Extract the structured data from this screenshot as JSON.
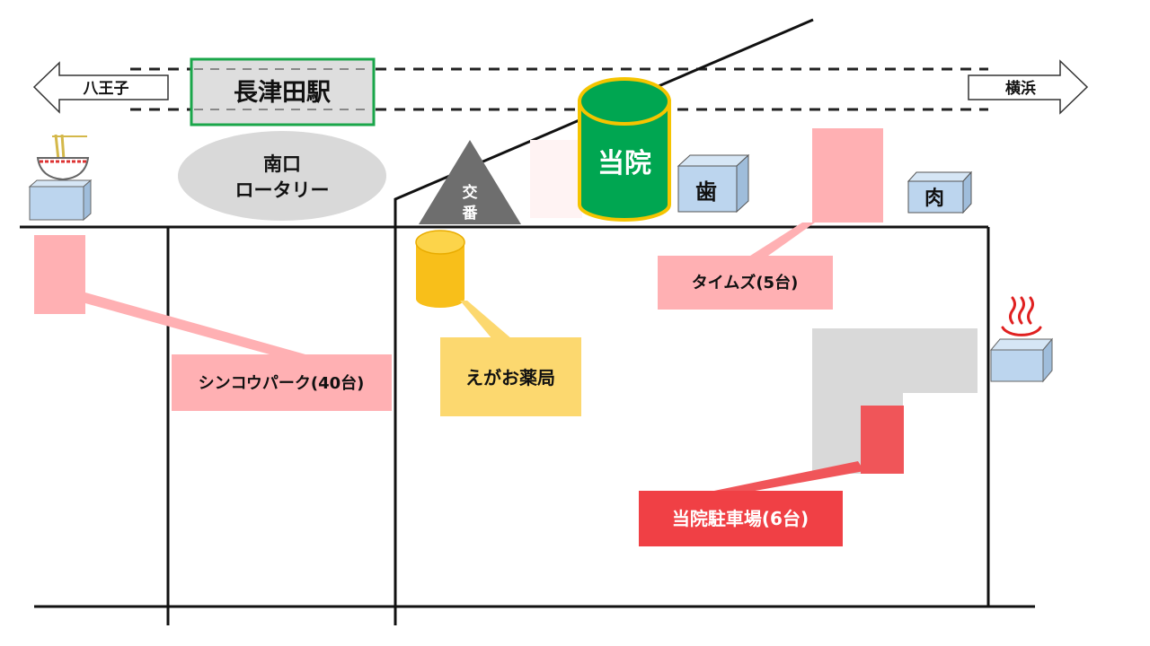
{
  "map": {
    "station": "長津田駅",
    "direction_left": "八王子",
    "direction_right": "横浜",
    "rotary_line1": "南口",
    "rotary_line2": "ロータリー",
    "koban_char1": "交",
    "koban_char2": "番",
    "clinic": "当院",
    "dentist": "歯",
    "butcher": "肉",
    "pharmacy": "えがお薬局",
    "parking_shinko": "シンコウパーク(40台)",
    "parking_times": "タイムズ(5台)",
    "parking_clinic": "当院駐車場(6台)",
    "icons": {
      "ramen": "ramen-shop-icon",
      "onsen": "hot-spring-icon",
      "koban": "police-box-icon",
      "clinic": "clinic-cylinder-icon",
      "pharmacy": "pharmacy-cylinder-icon"
    },
    "colors": {
      "clinic_green": "#00a651",
      "clinic_rim": "#f5c400",
      "parking_pink": "#ffb0b3",
      "parking_red": "#f04b4f",
      "pharmacy_yellow": "#fcd86f",
      "building_blue": "#bcd5ee",
      "station_border": "#1aa64a",
      "gray": "#d9d9d9"
    }
  }
}
